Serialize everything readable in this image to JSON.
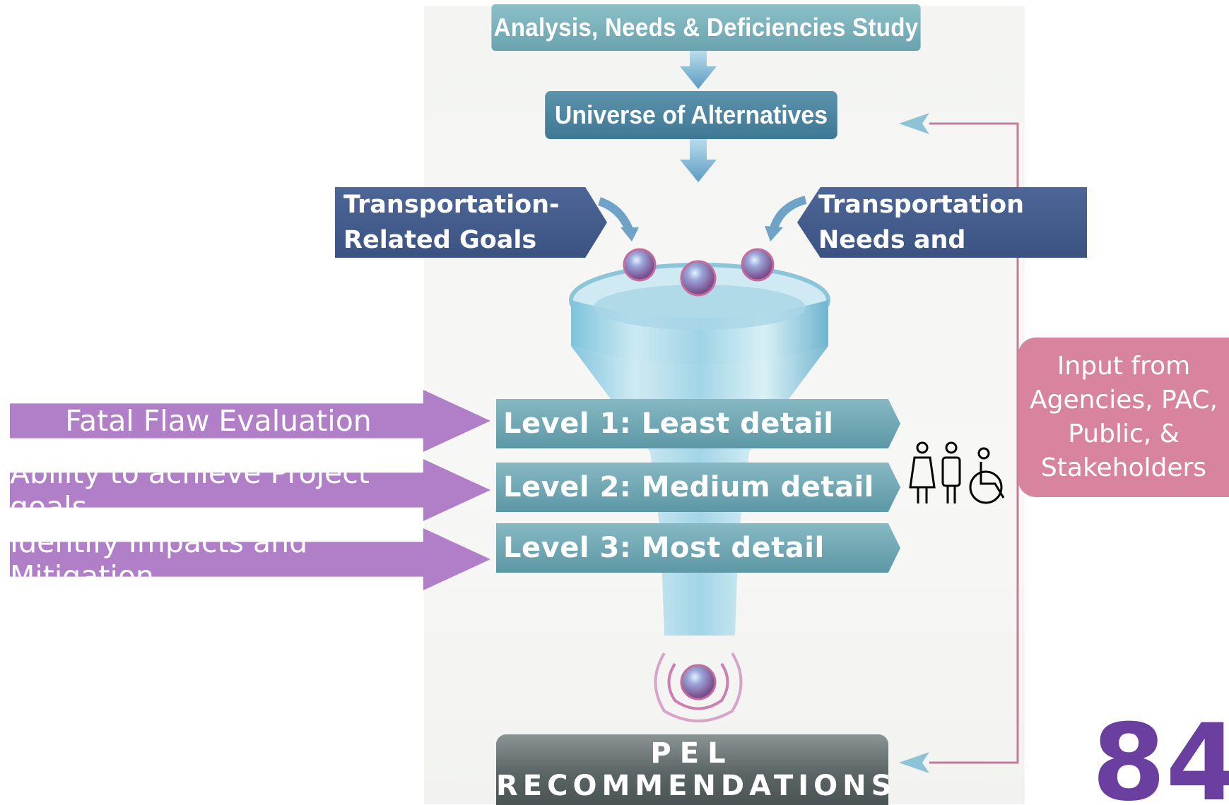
{
  "top_box": "Analysis, Needs & Deficiencies Study",
  "universe_box": "Universe of Alternatives",
  "left_input": {
    "line1": "Transportation-",
    "line2": "Related Goals"
  },
  "right_input": {
    "line1": "Transportation",
    "line2": "Needs and Purpose"
  },
  "levels": [
    "Level 1: Least detail",
    "Level 2: Medium detail",
    "Level 3: Most detail"
  ],
  "criteria": [
    "Fatal Flaw Evaluation",
    "Ability to achieve Project goals",
    "Identify Impacts and Mitigation"
  ],
  "input_box": {
    "line1": "Input from",
    "line2": "Agencies, PAC,",
    "line3": "Public, &",
    "line4": "Stakeholders"
  },
  "output": {
    "line1": "PEL",
    "line2": "RECOMMENDATIONS"
  },
  "logo_text": "84",
  "colors": {
    "purple": "#b07fc7",
    "pink": "#d9849f",
    "teal": "#6aa3ae",
    "navy": "#3b5382"
  }
}
